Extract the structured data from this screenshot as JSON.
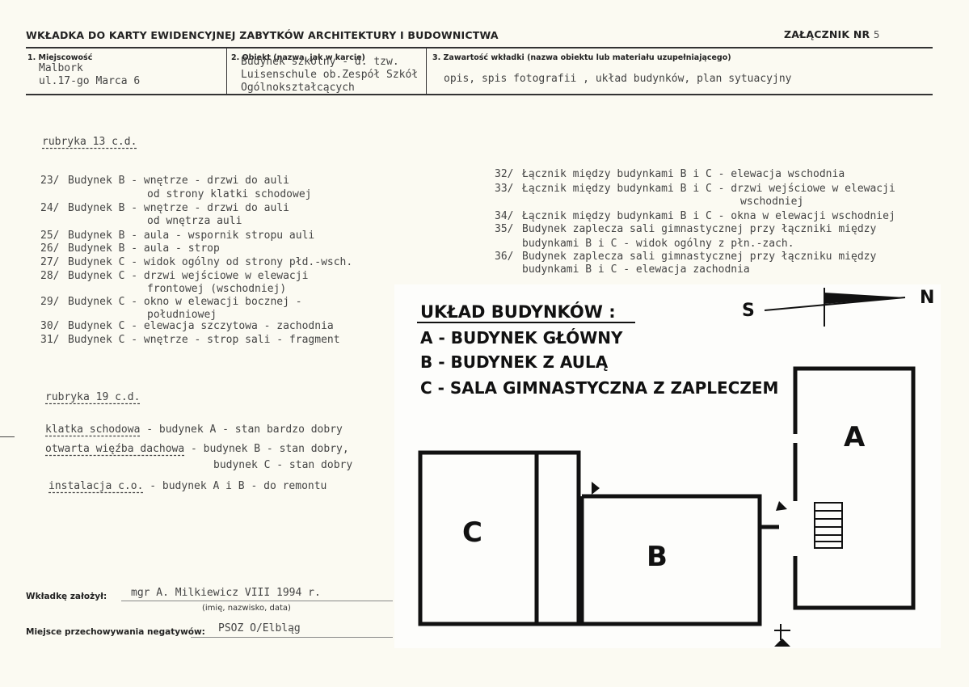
{
  "header": {
    "title": "WKŁADKA DO KARTY EWIDENCYJNEJ ZABYTKÓW ARCHITEKTURY I BUDOWNICTWA",
    "annex_label": "ZAŁĄCZNIK NR",
    "annex_number": "5"
  },
  "fields": {
    "f1_label": "1. Miejscowość",
    "f1_line1": "Malbork",
    "f1_line2": "ul.17-go Marca 6",
    "f2_label": "2. Obiekt (nazwa, jak w karcie)",
    "f2_line1": "Budynek szkolny - d. tzw.",
    "f2_line2": "Luisenschule ob.Zespół Szkół",
    "f2_line3": "Ogólnokształcących",
    "f3_label": "3. Zawartość wkładki (nazwa obiektu lub materiału uzupełniającego)",
    "f3_value": "opis, spis fotografii , układ budynków, plan sytuacyjny"
  },
  "rubryka13": {
    "heading": "rubryka 13 c.d.",
    "left": [
      {
        "n": "23/",
        "t": "Budynek B - wnętrze - drzwi do auli"
      },
      {
        "n": "",
        "t": "od strony klatki schodowej"
      },
      {
        "n": "24/",
        "t": "Budynek B - wnętrze - drzwi do auli"
      },
      {
        "n": "",
        "t": "od wnętrza auli"
      },
      {
        "n": "25/",
        "t": "Budynek B - aula - wspornik stropu auli"
      },
      {
        "n": "26/",
        "t": "Budynek B - aula - strop"
      },
      {
        "n": "27/",
        "t": "Budynek C - widok ogólny od strony płd.-wsch."
      },
      {
        "n": "28/",
        "t": "Budynek C - drzwi wejściowe w elewacji"
      },
      {
        "n": "",
        "t": "frontowej (wschodniej)"
      },
      {
        "n": "29/",
        "t": "Budynek C - okno w elewacji bocznej -"
      },
      {
        "n": "",
        "t": "południowej"
      },
      {
        "n": "30/",
        "t": "Budynek C - elewacja szczytowa - zachodnia"
      },
      {
        "n": "31/",
        "t": "Budynek C - wnętrze - strop sali - fragment"
      }
    ],
    "right": [
      {
        "n": "32/",
        "t": "Łącznik między budynkami B i C - elewacja wschodnia"
      },
      {
        "n": "33/",
        "t": "Łącznik między budynkami B i C - drzwi wejściowe w elewacji"
      },
      {
        "n": "",
        "t": "wschodniej"
      },
      {
        "n": "34/",
        "t": "Łącznik między budynkami B i C - okna w elewacji wschodniej"
      },
      {
        "n": "35/",
        "t": "Budynek zaplecza sali gimnastycznej przy łączniki między"
      },
      {
        "n": "",
        "t": "budynkami B i C - widok ogólny z płn.-zach."
      },
      {
        "n": "36/",
        "t": "Budynek zaplecza sali gimnastycznej przy łączniku między"
      },
      {
        "n": "",
        "t": "budynkami B i C - elewacja zachodnia"
      }
    ]
  },
  "rubryka19": {
    "heading": "rubryka 19 c.d.",
    "l1a": "klatka schodowa",
    "l1b": " - budynek A - stan bardzo dobry",
    "l2a": "otwarta więźba dachowa",
    "l2b": " - budynek B - stan dobry,",
    "l3": "budynek C - stan dobry",
    "l4a": "instalacja c.o.",
    "l4b": " - budynek A i B - do remontu"
  },
  "footer": {
    "made_label": "Wkładkę założył:",
    "made_value": "mgr A. Milkiewicz   VIII 1994 r.",
    "made_hint": "(imię, nazwisko, data)",
    "place_label": "Miejsce przechowywania negatywów:",
    "place_value": "PSOZ O/Elbląg"
  },
  "plan": {
    "title": "UKŁAD BUDYNKÓW :",
    "legend_a": "A - BUDYNEK GŁÓWNY",
    "legend_b": "B - BUDYNEK Z AULĄ",
    "legend_c": "C - SALA GIMNASTYCZNA Z ZAPLECZEM",
    "south": "S",
    "north": "N",
    "label_a": "A",
    "label_b": "B",
    "label_c": "C"
  }
}
